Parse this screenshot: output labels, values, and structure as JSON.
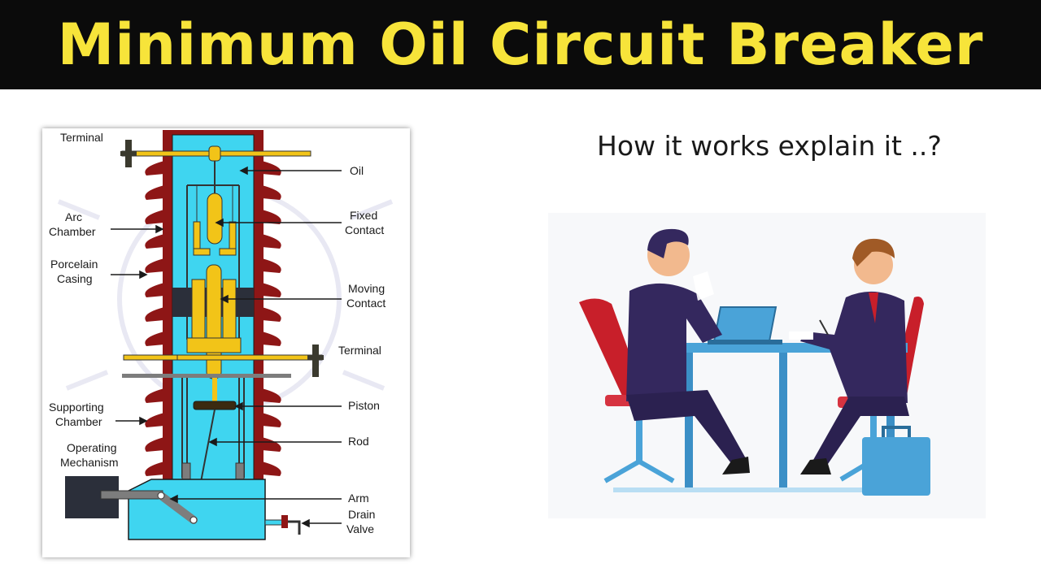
{
  "header": {
    "title": "Minimum Oil Circuit Breaker"
  },
  "question": "How it works explain it ..?",
  "diagram": {
    "labels": {
      "terminal_top": "Terminal",
      "oil": "Oil",
      "arc_chamber_1": "Arc",
      "arc_chamber_2": "Chamber",
      "fixed_contact_1": "Fixed",
      "fixed_contact_2": "Contact",
      "porcelain_casing_1": "Porcelain",
      "porcelain_casing_2": "Casing",
      "moving_contact_1": "Moving",
      "moving_contact_2": "Contact",
      "terminal_right": "Terminal",
      "supporting_chamber_1": "Supporting",
      "supporting_chamber_2": "Chamber",
      "piston": "Piston",
      "operating_mechanism_1": "Operating",
      "operating_mechanism_2": "Mechanism",
      "rod": "Rod",
      "arm": "Arm",
      "drain_valve_1": "Drain",
      "drain_valve_2": "Valve"
    }
  },
  "colors": {
    "title_text": "#f7e43a",
    "title_bg": "#0b0b0b",
    "oil": "#3fd5f0",
    "casing": "#8e1616",
    "contacts": "#f2c418",
    "mechanism": "#2b2f3a"
  }
}
